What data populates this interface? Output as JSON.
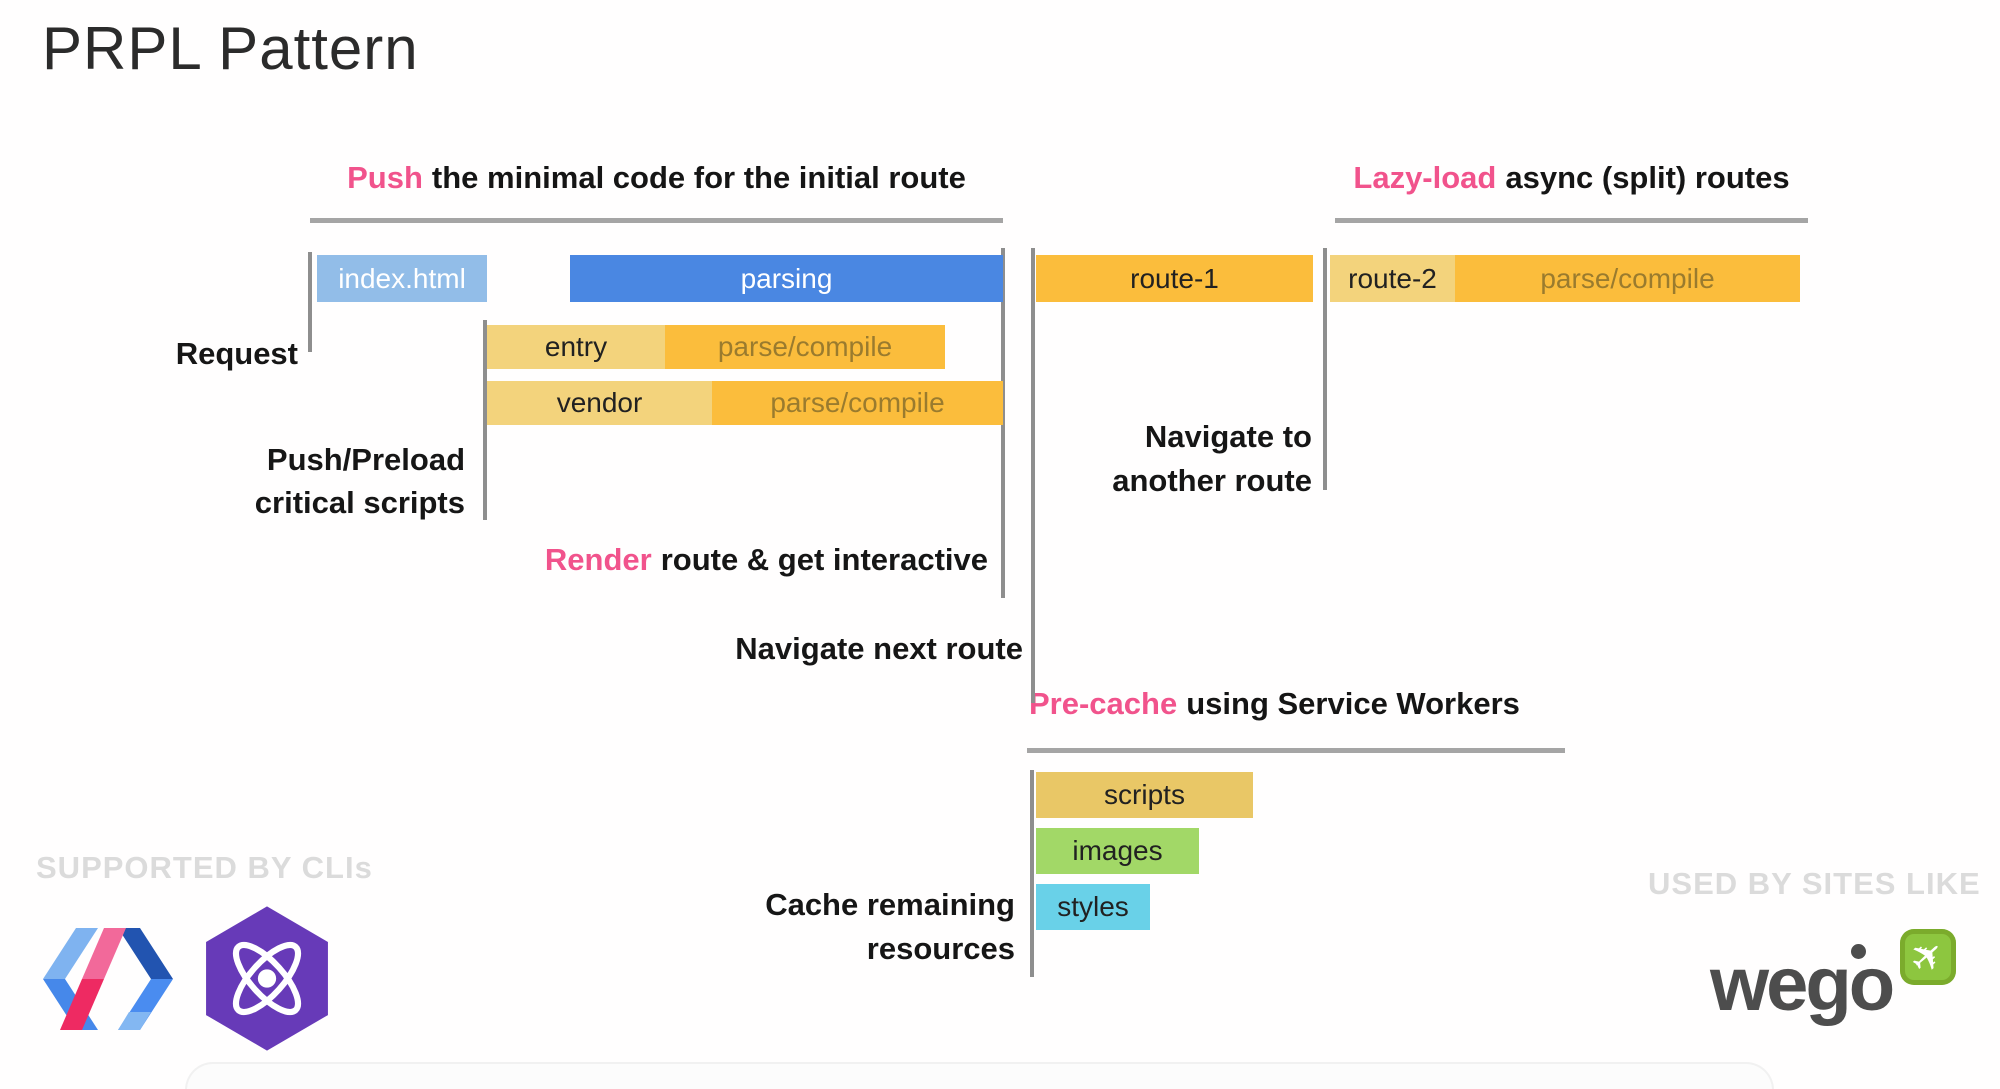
{
  "slide": {
    "title": "PRPL Pattern"
  },
  "headers": {
    "push": {
      "highlight": "Push",
      "rest": "the minimal code for the initial route"
    },
    "lazy_load": {
      "highlight": "Lazy-load",
      "rest": "async (split) routes"
    },
    "pre_cache": {
      "highlight": "Pre-cache",
      "rest": "using Service Workers"
    },
    "render": {
      "highlight": "Render",
      "rest": "route & get interactive"
    }
  },
  "labels": {
    "request": "Request",
    "push_preload": [
      "Push/Preload",
      "critical scripts"
    ],
    "navigate_next": "Navigate next route",
    "navigate_another": [
      "Navigate to",
      "another route"
    ],
    "cache_remaining": [
      "Cache remaining",
      "resources"
    ]
  },
  "timeline_bars": {
    "index_html": "index.html",
    "parsing": "parsing",
    "entry": "entry",
    "entry_parse": "parse/compile",
    "vendor": "vendor",
    "vendor_parse": "parse/compile",
    "route_1": "route-1",
    "route_2": "route-2",
    "route_2_parse": "parse/compile",
    "scripts": "scripts",
    "images": "images",
    "styles": "styles"
  },
  "footer": {
    "supported_by": "SUPPORTED BY CLIs",
    "used_by": "USED BY SITES LIKE",
    "wego_text": "wego"
  },
  "colors": {
    "pink_highlight": "#f1538c",
    "light_blue_bar": "#92bde8",
    "blue_bar": "#4a87e2",
    "orange_bar": "#fbbd3c",
    "tan_bar": "#f3d37c",
    "scripts_bar": "#e9c766",
    "images_bar": "#a2d867",
    "styles_bar": "#69d1e8",
    "parse_text": "#9a7b2e",
    "rule_gray": "#a5a5a5",
    "caption_gray": "#dbdbdb",
    "preact_purple": "#673ab8",
    "wego_green": "#8dc63f"
  }
}
